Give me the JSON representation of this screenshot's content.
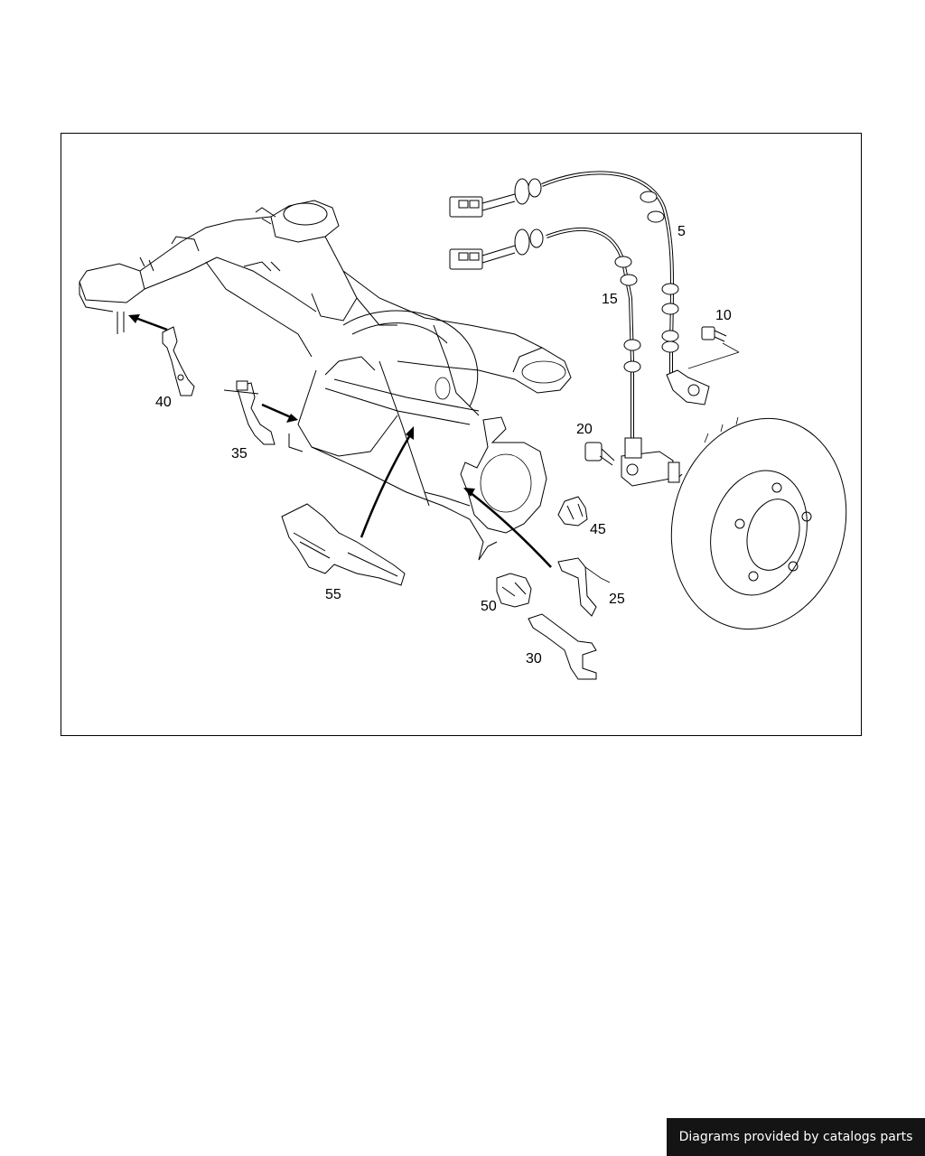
{
  "diagram": {
    "labels": {
      "p5": "5",
      "p10": "10",
      "p15": "15",
      "p20": "20",
      "p25": "25",
      "p30": "30",
      "p35": "35",
      "p40": "40",
      "p45": "45",
      "p50": "50",
      "p55": "55"
    }
  },
  "footer": {
    "credit": "Diagrams provided by catalogs parts",
    "background": "#141414"
  }
}
